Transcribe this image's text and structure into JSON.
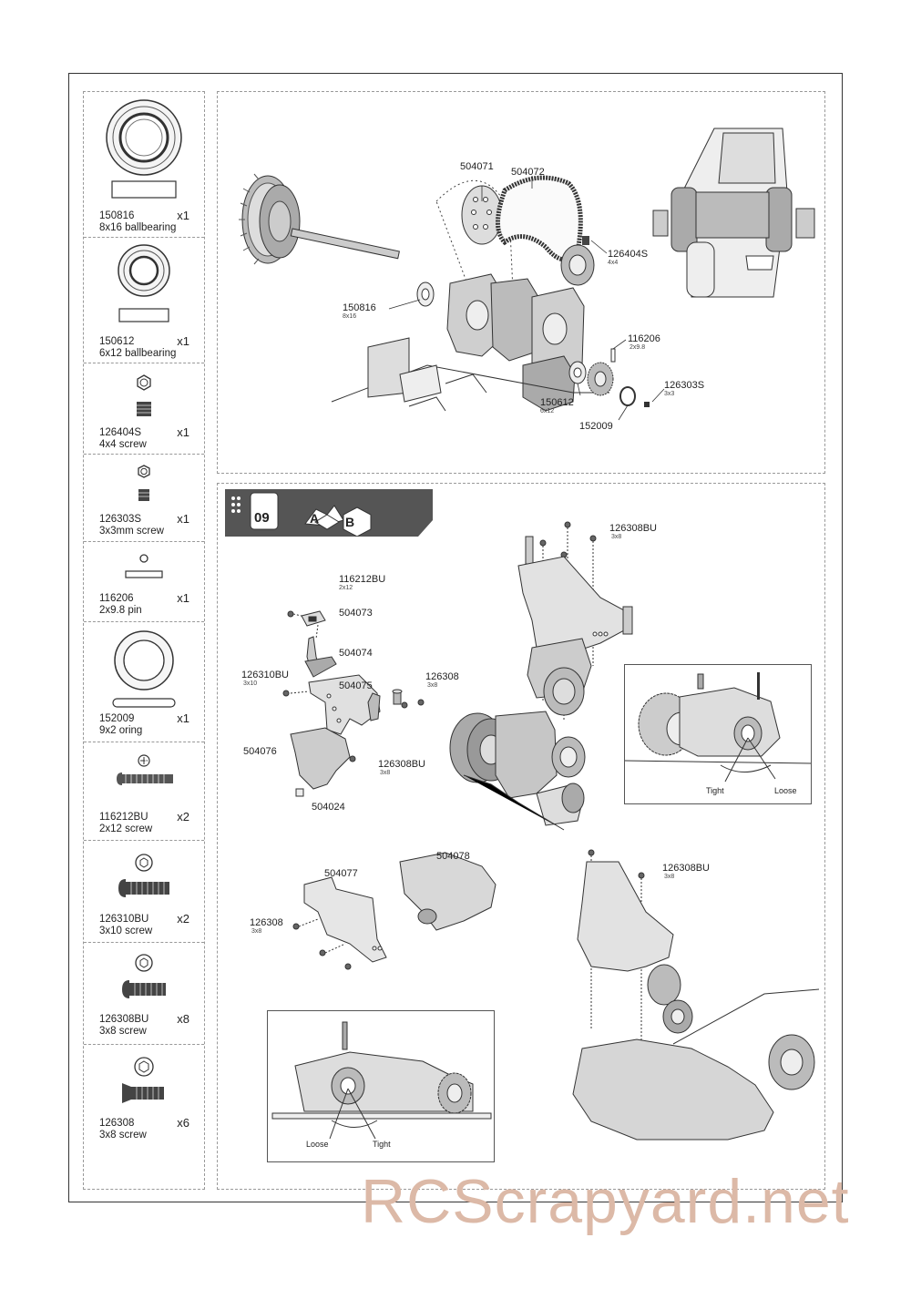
{
  "parts_list": [
    {
      "part_no": "150816",
      "desc": "8x16 ballbearing",
      "qty": "x1",
      "icon": "ballbearing-large-icon"
    },
    {
      "part_no": "150612",
      "desc": "6x12 ballbearing",
      "qty": "x1",
      "icon": "ballbearing-small-icon"
    },
    {
      "part_no": "126404S",
      "desc": "4x4 screw",
      "qty": "x1",
      "icon": "grub-screw-icon"
    },
    {
      "part_no": "126303S",
      "desc": "3x3mm screw",
      "qty": "x1",
      "icon": "grub-screw-small-icon"
    },
    {
      "part_no": "116206",
      "desc": "2x9.8 pin",
      "qty": "x1",
      "icon": "pin-icon"
    },
    {
      "part_no": "152009",
      "desc": "9x2 oring",
      "qty": "x1",
      "icon": "oring-icon"
    },
    {
      "part_no": "116212BU",
      "desc": "2x12 screw",
      "qty": "x2",
      "icon": "button-head-screw-long-icon"
    },
    {
      "part_no": "126310BU",
      "desc": "3x10 screw",
      "qty": "x2",
      "icon": "button-head-screw-icon"
    },
    {
      "part_no": "126308BU",
      "desc": "3x8 screw",
      "qty": "x8",
      "icon": "button-head-screw-short-icon"
    },
    {
      "part_no": "126308",
      "desc": "3x8 screw",
      "qty": "x6",
      "icon": "flat-head-screw-icon"
    }
  ],
  "step08_labels": {
    "l504071": "504071",
    "l504072": "504072",
    "l126404S": "126404S",
    "l126404S_size": "4x4",
    "l150816": "150816",
    "l150816_size": "8x16",
    "l116206": "116206",
    "l116206_size": "2x9.8",
    "l126303S": "126303S",
    "l126303S_size": "3x3",
    "l150612": "150612",
    "l150612_size": "6x12",
    "l152009": "152009"
  },
  "step09": {
    "step_no": "09",
    "bag_a": "A",
    "bag_b": "B",
    "labels": {
      "l116212BU": "116212BU",
      "l116212BU_size": "2x12",
      "l504073": "504073",
      "l504074": "504074",
      "l126310BU": "126310BU",
      "l126310BU_size": "3x10",
      "l504075": "504075",
      "l126308a": "126308",
      "l126308a_size": "3x8",
      "l504076": "504076",
      "l126308BU_b": "126308BU",
      "l126308BU_b_size": "3x8",
      "l504024": "504024",
      "l126308BU_a": "126308BU",
      "l126308BU_a_size": "3x8",
      "l504077": "504077",
      "l504078": "504078",
      "l126308b": "126308",
      "l126308b_size": "3x8",
      "l126308BU_c": "126308BU",
      "l126308BU_c_size": "3x8"
    },
    "inset_right": {
      "tight": "Tight",
      "loose": "Loose"
    },
    "inset_left": {
      "loose": "Loose",
      "tight": "Tight"
    }
  },
  "watermark": "RCScrapyard.net"
}
